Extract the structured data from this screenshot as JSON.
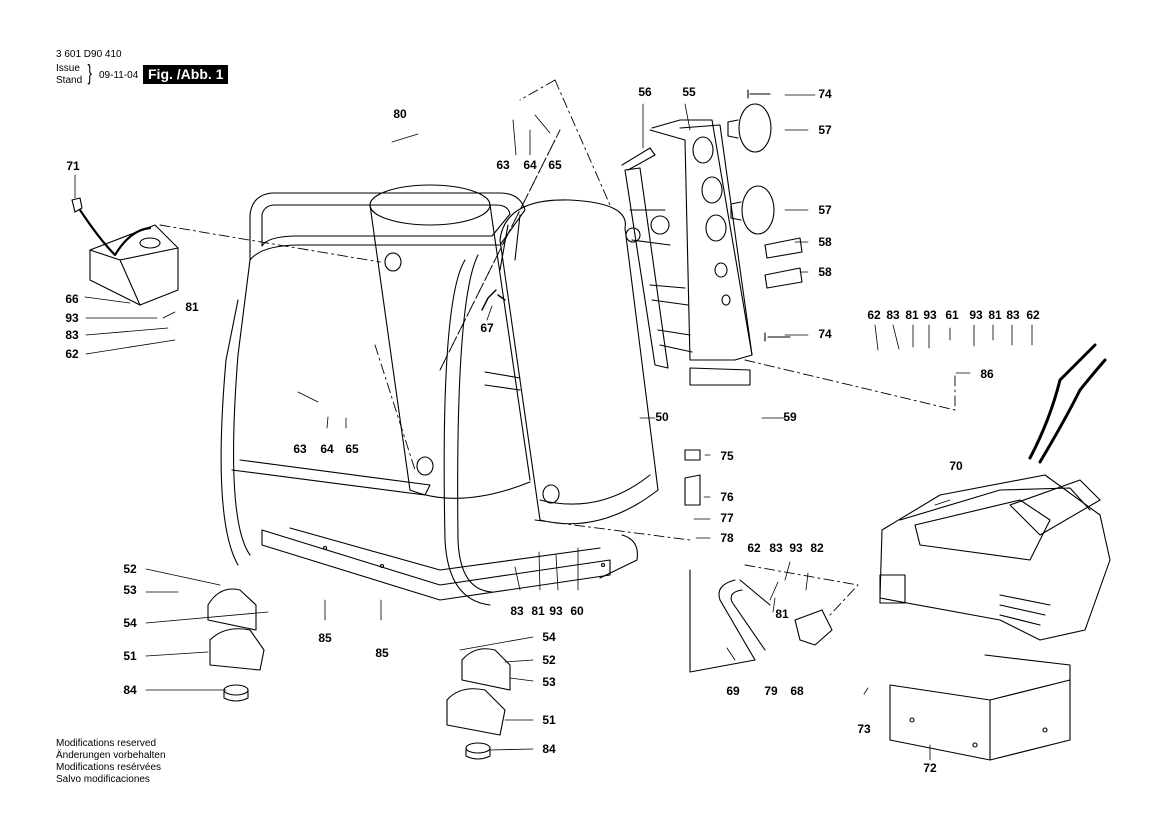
{
  "header": {
    "part_number": "3 601 D90 410",
    "issue_label": "Issue",
    "stand_label": "Stand",
    "issue_date": "09-11-04",
    "figure_label": "Fig. /Abb. 1"
  },
  "footer": {
    "modifications": [
      "Modifications reserved",
      "Änderungen vorbehalten",
      "Modifications resérvées",
      "Salvo modificaciones"
    ]
  },
  "callouts": [
    "80",
    "63",
    "64",
    "65",
    "71",
    "66",
    "93",
    "81",
    "83",
    "62",
    "67",
    "63",
    "64",
    "65",
    "52",
    "53",
    "54",
    "51",
    "84",
    "85",
    "85",
    "83",
    "81",
    "93",
    "60",
    "54",
    "52",
    "53",
    "51",
    "84",
    "50",
    "56",
    "55",
    "74",
    "57",
    "57",
    "58",
    "58",
    "74",
    "59",
    "75",
    "76",
    "77",
    "78",
    "62",
    "83",
    "93",
    "82",
    "81",
    "79",
    "68",
    "69",
    "62",
    "83",
    "81",
    "93",
    "61",
    "93",
    "81",
    "83",
    "62",
    "86",
    "70",
    "73",
    "72"
  ]
}
